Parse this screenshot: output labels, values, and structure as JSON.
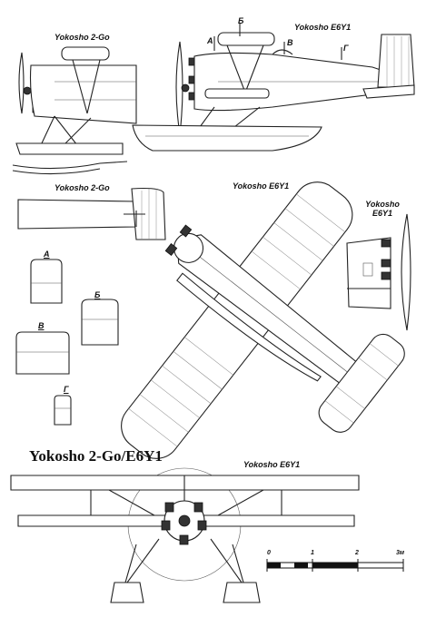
{
  "sheet": {
    "title": "Yokosho 2-Go/E6Y1"
  },
  "views": {
    "side_2go_label": "Yokosho 2-Go",
    "side_e6y1_label": "Yokosho E6Y1",
    "tail_2go_label": "Yokosho 2-Go",
    "plan_e6y1_label": "Yokosho E6Y1",
    "front_small_label": "Yokosho\nE6Y1",
    "front_e6y1_label": "Yokosho E6Y1"
  },
  "section_marks": {
    "a": "А",
    "b": "Б",
    "v": "В",
    "g": "Г"
  },
  "section_labels": {
    "a": "А",
    "b": "Б",
    "v": "В",
    "g": "Г"
  },
  "scale_bar": {
    "ticks": [
      "0",
      "1",
      "2",
      "3м"
    ]
  }
}
